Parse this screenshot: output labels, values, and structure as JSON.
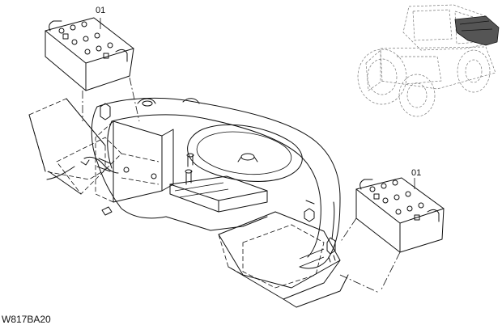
{
  "figure": {
    "callout_top": "01",
    "callout_right": "01",
    "drawing_code": "W817BA20"
  }
}
